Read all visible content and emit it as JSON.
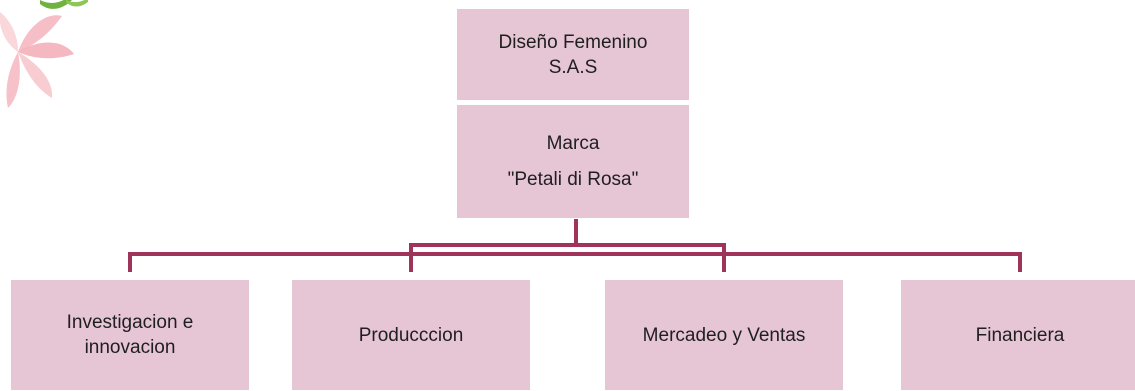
{
  "colors": {
    "node_fill": "#e6c5d5",
    "connector": "#a0335a",
    "logo_petal": "#f2a6b0",
    "logo_leaf": "#6fb23e"
  },
  "logo": {
    "icon": "flower-logo-icon"
  },
  "diagram": {
    "company": {
      "line1": "Diseño Femenino",
      "line2": "S.A.S"
    },
    "brand": {
      "line1": "Marca",
      "line2": "\"Petali di Rosa\""
    },
    "departments": [
      {
        "line1": "Investigacion e",
        "line2": "innovacion"
      },
      {
        "line1": "Producccion"
      },
      {
        "line1": "Mercadeo y Ventas"
      },
      {
        "line1": "Financiera"
      }
    ]
  }
}
